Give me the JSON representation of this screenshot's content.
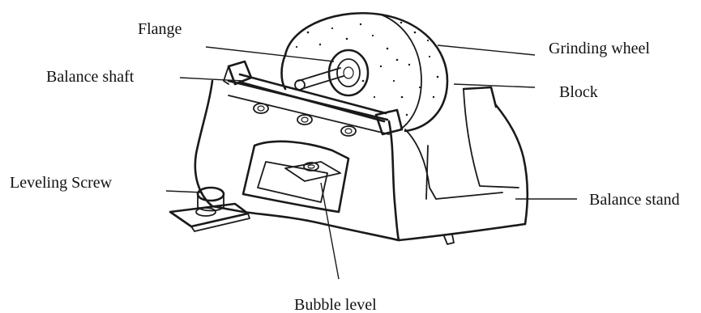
{
  "labels": {
    "flange": "Flange",
    "grinding_wheel": "Grinding wheel",
    "balance_shaft": "Balance shaft",
    "block": "Block",
    "leveling_screw": "Leveling Screw",
    "balance_stand": "Balance stand",
    "bubble_level": "Bubble level"
  },
  "colors": {
    "ink": "#1a1a1a",
    "background": "#ffffff"
  }
}
